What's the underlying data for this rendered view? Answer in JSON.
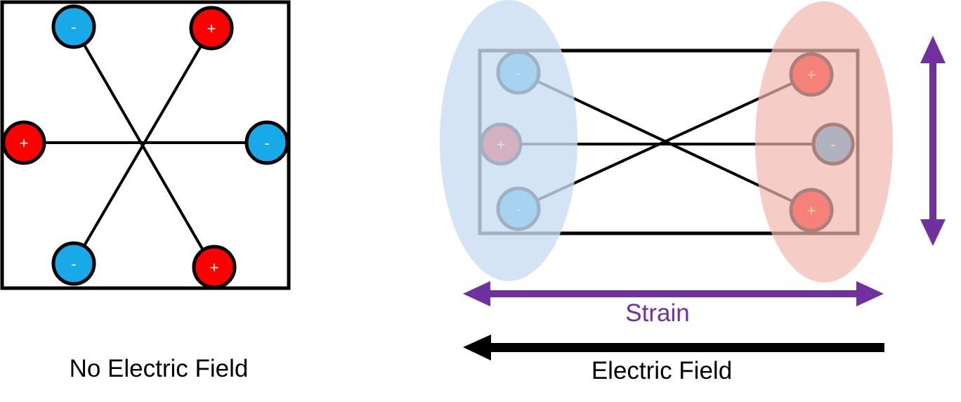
{
  "left_panel": {
    "caption": "No Electric Field",
    "charges": [
      {
        "sign": "-",
        "type": "negative"
      },
      {
        "sign": "+",
        "type": "positive"
      },
      {
        "sign": "+",
        "type": "positive"
      },
      {
        "sign": "-",
        "type": "negative"
      },
      {
        "sign": "-",
        "type": "negative"
      },
      {
        "sign": "+",
        "type": "positive"
      }
    ]
  },
  "right_panel": {
    "strain_label": "Strain",
    "field_label": "Electric Field",
    "charges": [
      {
        "sign": "-",
        "type": "negative"
      },
      {
        "sign": "+",
        "type": "positive"
      },
      {
        "sign": "-",
        "type": "negative"
      },
      {
        "sign": "+",
        "type": "positive"
      },
      {
        "sign": "-",
        "type": "negative"
      },
      {
        "sign": "+",
        "type": "positive"
      }
    ]
  },
  "colors": {
    "positive": "#ff0000",
    "negative": "#17a9e8",
    "positive_dark": "#d4283a",
    "negative_dark": "#3a86b4",
    "strain": "#7030a0",
    "outline": "#000000",
    "blue_region": "#c9ddf1",
    "red_region": "#f2b8ae"
  }
}
